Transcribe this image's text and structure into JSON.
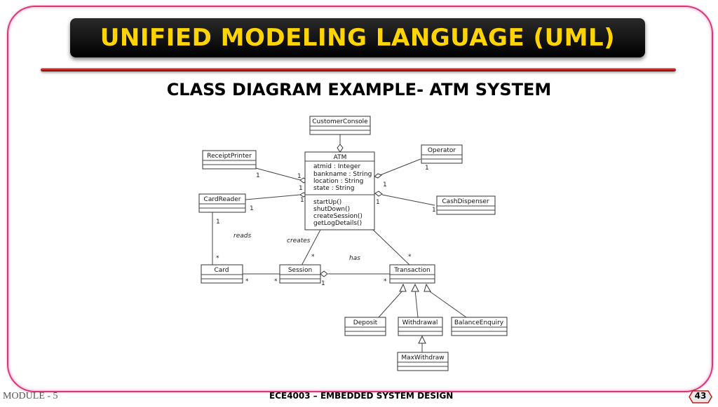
{
  "slide": {
    "title": "UNIFIED MODELING LANGUAGE (UML)",
    "subtitle": "CLASS DIAGRAM EXAMPLE- ATM SYSTEM",
    "footer_left": "MODULE - 5",
    "footer_center": "ECE4003 – EMBEDDED SYSTEM DESIGN",
    "page_number": "43",
    "colors": {
      "title_text": "#ffd400",
      "title_bg": "#111111",
      "frame": "#d9357a",
      "rule": "#c21818"
    }
  },
  "diagram": {
    "classes": {
      "customer_console": "CustomerConsole",
      "receipt_printer": "ReceiptPrinter",
      "atm": "ATM",
      "operator": "Operator",
      "card_reader": "CardReader",
      "cash_dispenser": "CashDispenser",
      "card": "Card",
      "session": "Session",
      "transaction": "Transaction",
      "deposit": "Deposit",
      "withdrawal": "Withdrawal",
      "balance_enquiry": "BalanceEnquiry",
      "max_withdraw": "MaxWithdraw"
    },
    "atm_attributes": [
      "atmid : Integer",
      "bankname : String",
      "location : String",
      "state : String"
    ],
    "atm_operations": [
      "startUp()",
      "shutDown()",
      "createSession()",
      "getLogDetails()"
    ],
    "labels": {
      "reads": "reads",
      "creates": "creates",
      "has": "has",
      "one": "1",
      "many": "*"
    }
  }
}
